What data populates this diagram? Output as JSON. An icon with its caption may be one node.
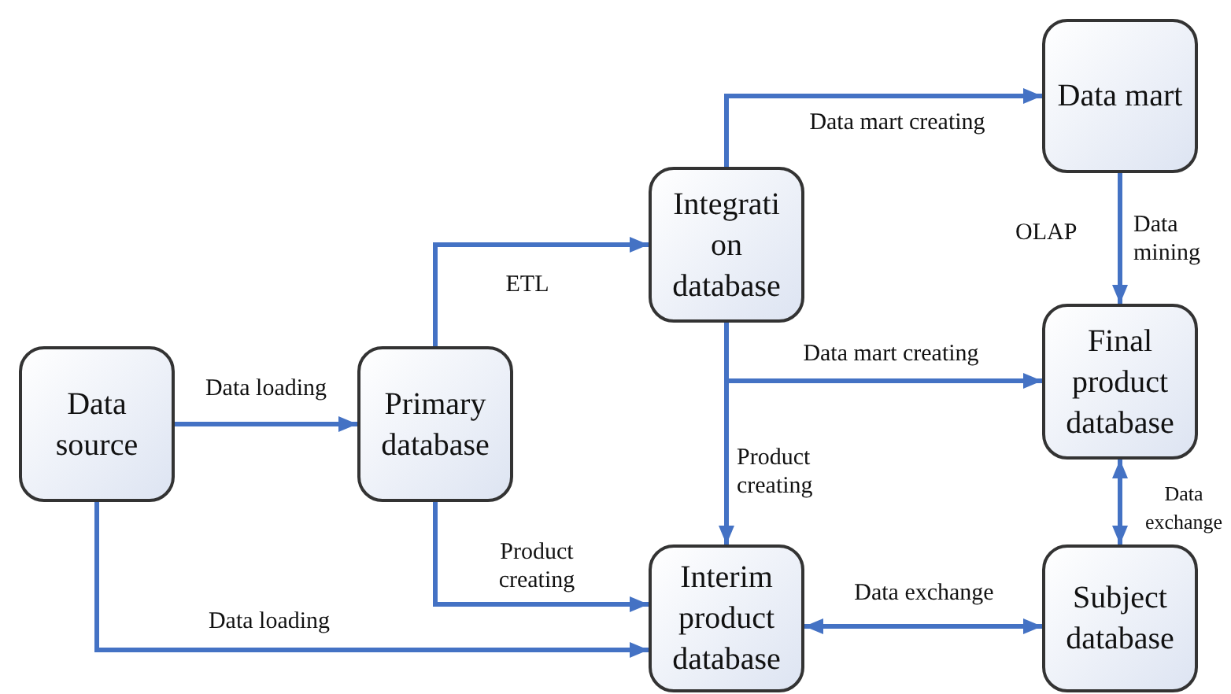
{
  "diagram": {
    "nodes": [
      {
        "text": [
          "Data source"
        ]
      },
      {
        "text": [
          "Primary database"
        ]
      },
      {
        "text": [
          "Integrati on database"
        ]
      },
      {
        "text": [
          "Data mart"
        ]
      },
      {
        "text": [
          "Final product database"
        ]
      },
      {
        "text": [
          "Interim product database"
        ]
      },
      {
        "text": [
          "Subject database"
        ]
      }
    ],
    "edges": [
      {
        "from": 0,
        "to": 1,
        "arrow": "to",
        "label": "Data loading"
      },
      {
        "from": 1,
        "to": 2,
        "arrow": "to",
        "label": "ETL"
      },
      {
        "from": 2,
        "to": 3,
        "arrow": "to",
        "label": "Data mart creating"
      },
      {
        "from": 2,
        "to": 4,
        "arrow": "to",
        "label": "Data mart creating"
      },
      {
        "from": 2,
        "to": 5,
        "arrow": "to",
        "label": "Product creating"
      },
      {
        "from": 3,
        "to": 4,
        "arrow": "to",
        "label": "Data mining"
      },
      {
        "from": 4,
        "to": 6,
        "arrow": "both",
        "label": "Data exchange"
      },
      {
        "from": 5,
        "to": 6,
        "arrow": "both",
        "label": "Data exchange"
      },
      {
        "from": 1,
        "to": 5,
        "arrow": "to",
        "label": "Product creating"
      },
      {
        "from": 0,
        "to": 5,
        "arrow": "to",
        "label": "Data loading"
      }
    ],
    "labels": [
      "OLAP"
    ]
  }
}
